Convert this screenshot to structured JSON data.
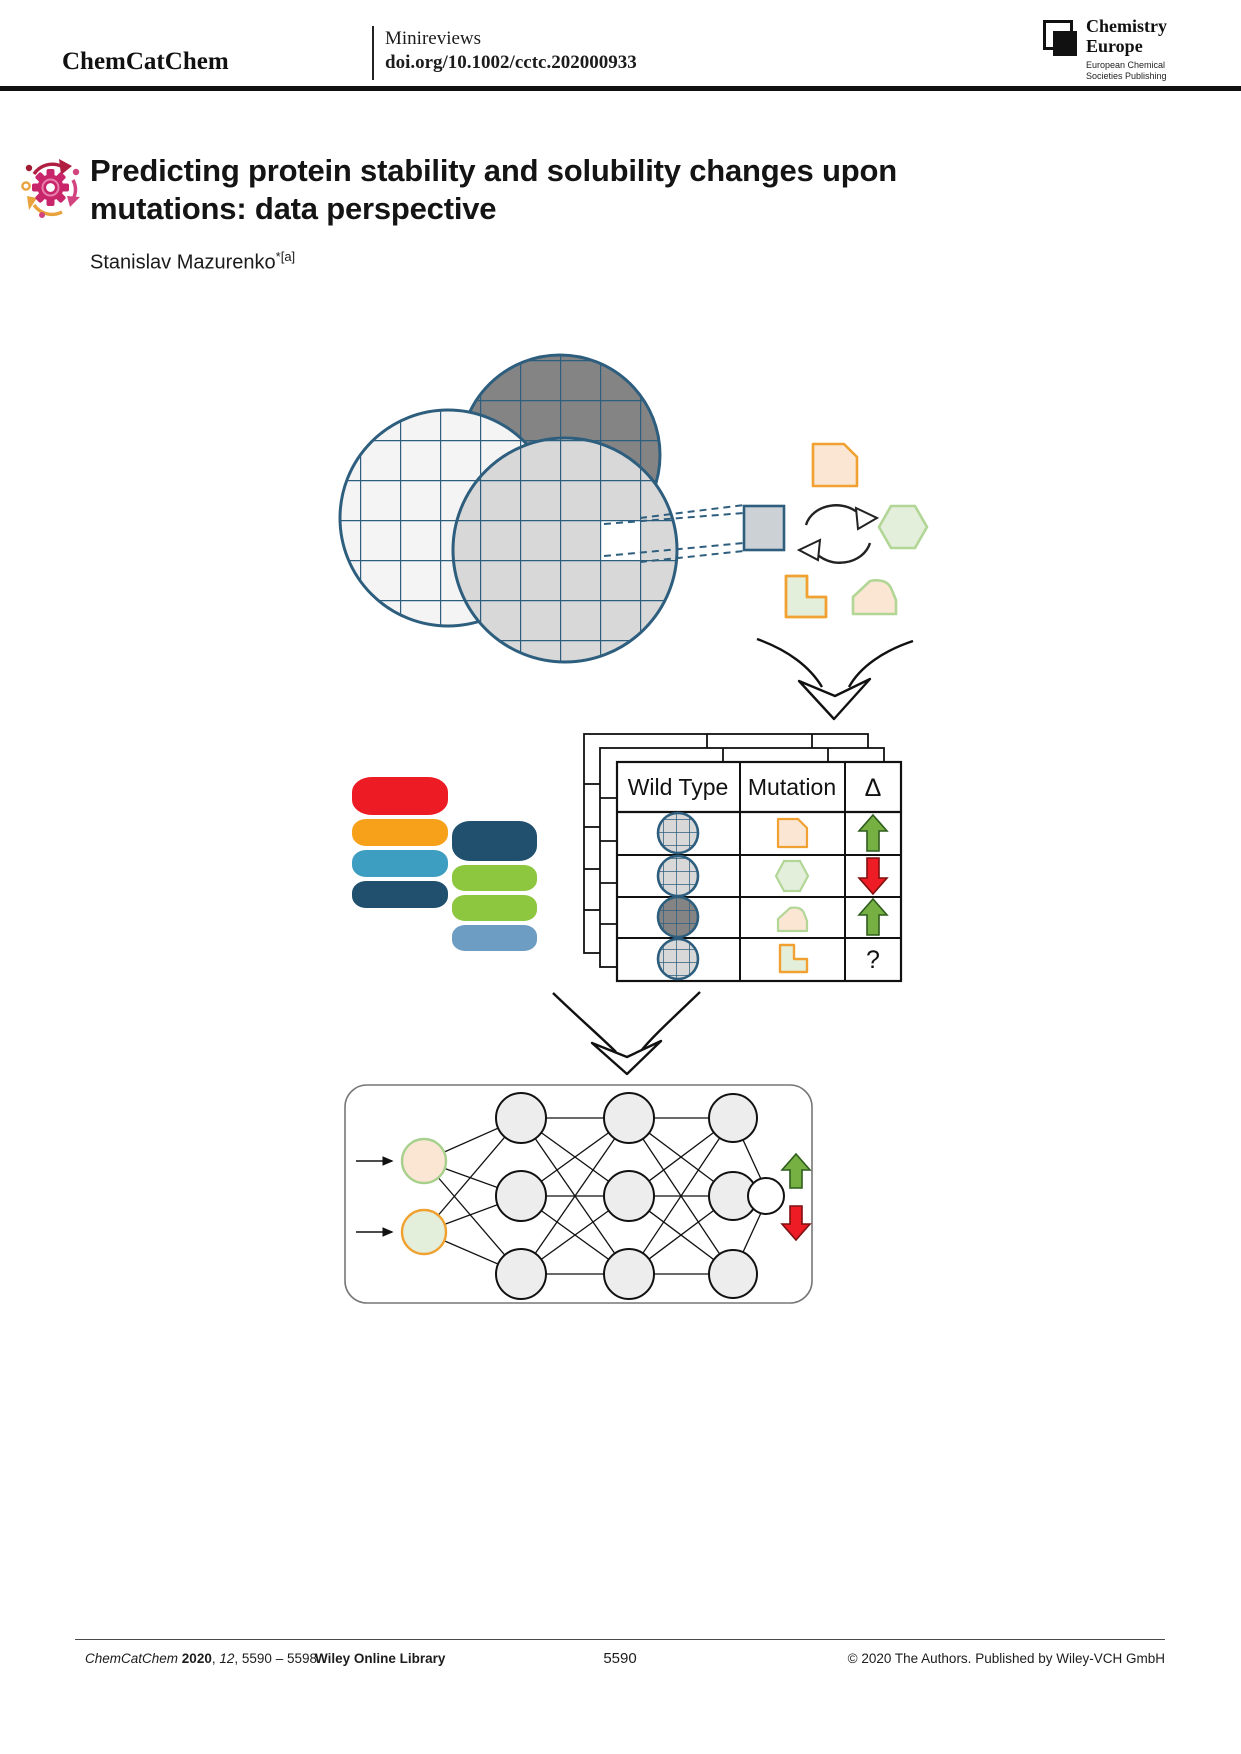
{
  "header": {
    "journal_name": "ChemCatChem",
    "section": "Minireviews",
    "doi": "doi.org/10.1002/cctc.202000933",
    "logo": {
      "name_line1": "Chemistry",
      "name_line2": "Europe",
      "tagline_line1": "European Chemical",
      "tagline_line2": "Societies Publishing"
    }
  },
  "article": {
    "title_line1": "Predicting protein stability and solubility changes upon",
    "title_line2": "mutations: data perspective",
    "author": "Stanislav Mazurenko",
    "author_mark": "*[a]"
  },
  "figure": {
    "table": {
      "headers": [
        "Wild Type",
        "Mutation",
        "Δ"
      ],
      "rows": [
        {
          "wild_type": "grid-circle-light",
          "mutation": "orange-cut-square",
          "delta": "increase"
        },
        {
          "wild_type": "grid-circle-light",
          "mutation": "green-hexagon",
          "delta": "decrease"
        },
        {
          "wild_type": "grid-circle-dark",
          "mutation": "peach-pentagon",
          "delta": "increase"
        },
        {
          "wild_type": "grid-circle-light",
          "mutation": "green-l-shape",
          "delta": "?"
        }
      ]
    },
    "colors": {
      "grid_stroke": "#2e5e7e",
      "orange_stroke": "#f0a132",
      "peach_fill": "#fbe5d3",
      "green_stroke": "#b2d695",
      "green_fill": "#e4efdb",
      "up_arrow": "#76b043",
      "down_arrow": "#ee1c25",
      "db_red": "#ed1c24",
      "db_orange": "#f7a11a",
      "db_teal": "#3e9ec2",
      "db_navy": "#20506e",
      "db_green": "#8dc63f",
      "db_steel": "#6d9dc3"
    }
  },
  "footer": {
    "citation": {
      "journal": "ChemCatChem",
      "year": "2020",
      "sep": ", ",
      "volume": "12",
      "pages": "5590 – 5598"
    },
    "library": "Wiley Online Library",
    "page_number": "5590",
    "copyright": "© 2020 The Authors. Published by Wiley-VCH GmbH"
  }
}
